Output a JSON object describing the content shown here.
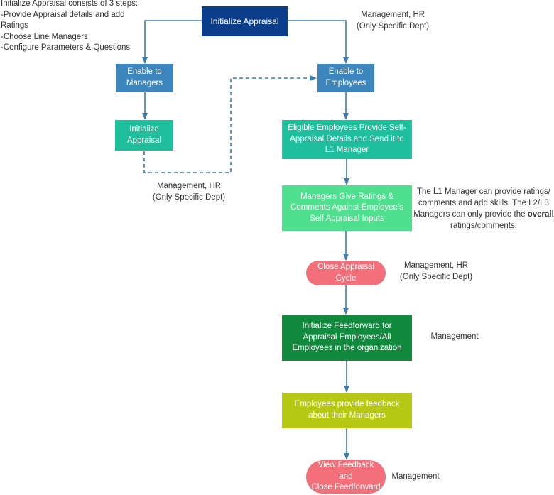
{
  "colors": {
    "navy": "#0B3E8A",
    "steel_blue": "#3D86BD",
    "teal": "#1FBE9D",
    "light_green": "#4EE08E",
    "salmon": "#F3707A",
    "dark_green": "#118A3E",
    "lime": "#B6C813",
    "connector": "#3C7CAD",
    "text_gray": "#333333"
  },
  "nodes": {
    "initialize_appraisal_top": "Initialize Appraisal",
    "enable_managers": "Enable to\nManagers",
    "enable_employees": "Enable to\nEmployees",
    "initialize_appraisal_left": "Initialize\nAppraisal",
    "self_appraisal": "Eligible Employees Provide Self-\nAppraisal Details and Send it to\nL1 Manager",
    "managers_ratings": "Managers Give Ratings &\nComments Against Employee's\nSelf Appraisal Inputs",
    "close_cycle": "Close Appraisal\nCycle",
    "init_feedforward": "Initialize Feedforward for\nAppraisal Employees/All\nEmployees in the organization",
    "employees_feedback": "Employees provide feedback\nabout their Managers",
    "view_feedback": "View Feedback and\nClose Feedforward"
  },
  "annotations": {
    "steps_note": "Initialize Appraisal consists of 3 steps:\n-Provide Appraisal details and add\nRatings\n-Choose Line Managers\n-Configure Parameters & Questions",
    "mgmt_hr_top": "Management, HR\n(Only Specific Dept)",
    "mgmt_hr_left": "Management, HR\n(Only Specific Dept)",
    "l1_note_part1": "The L1 Manager can provide  ratings/\ncomments and add skills. The L2/L3\nManagers can only provide the ",
    "l1_note_bold1": "overall",
    "l1_note_bold2": "ratings/comments",
    "l1_note_end": ".",
    "mgmt_hr_close": "Management, HR\n(Only Specific Dept)",
    "mgmt_feedforward": "Management",
    "mgmt_view": "Management"
  }
}
